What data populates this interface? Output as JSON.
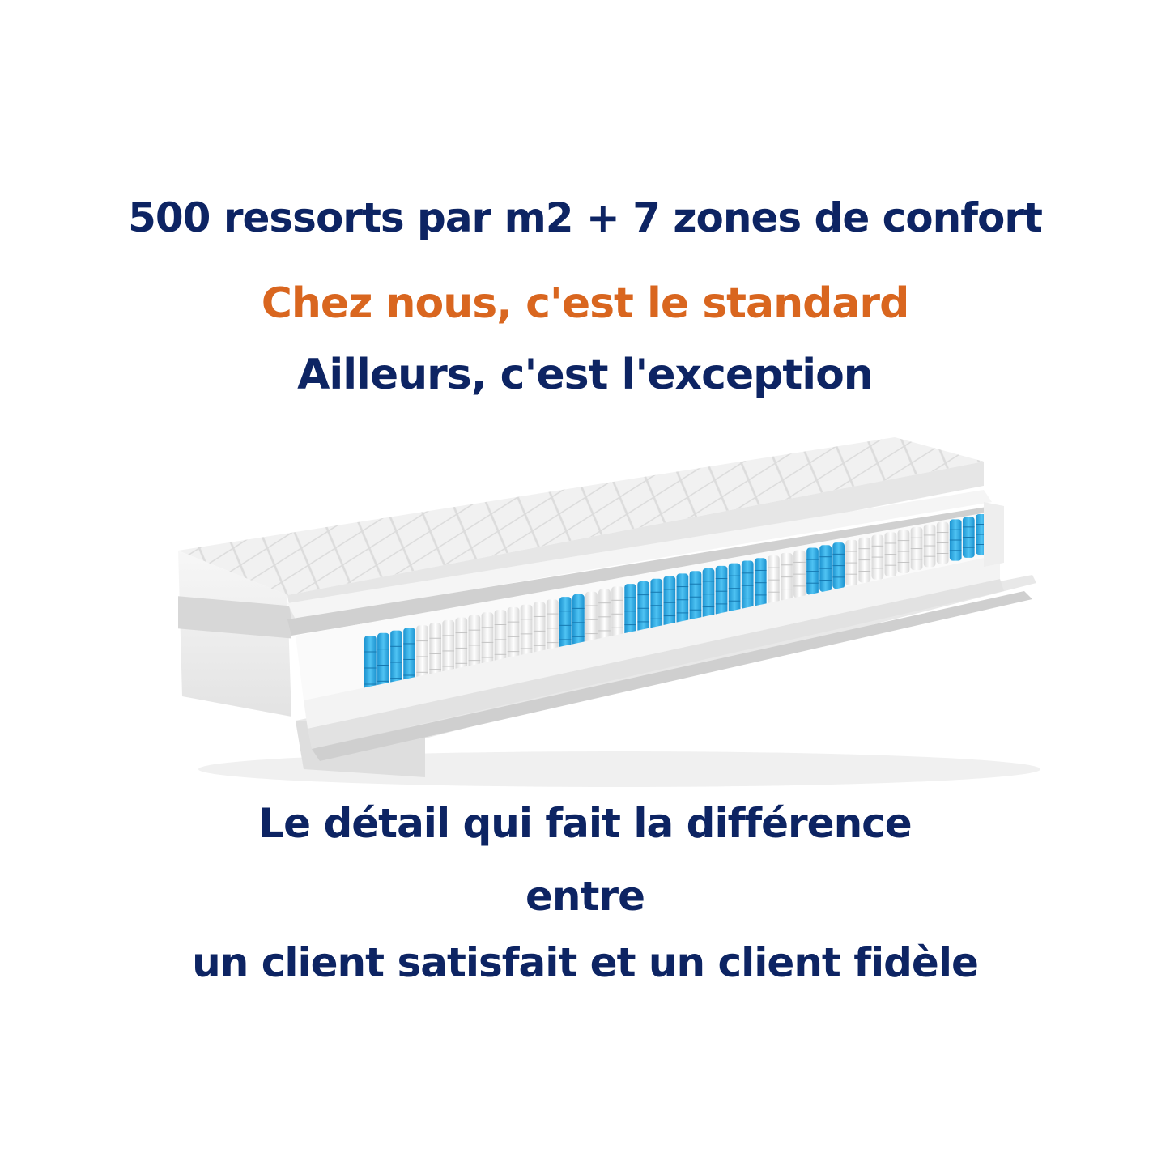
{
  "colors": {
    "navy": "#0d2463",
    "orange": "#d9661f",
    "spring_blue": "#2aaee8",
    "spring_white": "#f2f2f2"
  },
  "text": {
    "headline": "500 ressorts par m2 + 7 zones de confort",
    "highlight": "Chez nous, c'est le standard",
    "contrast": "Ailleurs, c'est l'exception",
    "tagline_line1": "Le détail qui fait la différence",
    "tagline_line2": "entre",
    "tagline_line3": "un client satisfait et un client fidèle"
  },
  "image": {
    "subject": "mattress-cutaway-pocket-springs"
  }
}
